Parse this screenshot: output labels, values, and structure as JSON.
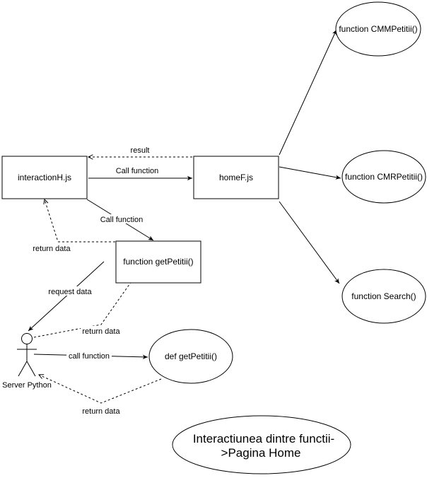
{
  "nodes": {
    "interaction_h": "interactionH.js",
    "home_f": "homeF.js",
    "get_petitii_fn": "function getPetitii()",
    "cmm_petitii": "function CMMPetitii()",
    "cmr_petitii": "function CMRPetitii()",
    "search_fn": "function Search()",
    "def_get_petitii": "def getPetitii()",
    "server_python": "Server Python"
  },
  "edges": {
    "result": "result",
    "call_function_1": "Call function",
    "call_function_2": "Call function",
    "return_data_1": "return data",
    "request_data": "request data",
    "return_data_2": "return data",
    "call_function_3": "call function",
    "return_data_3": "return data"
  },
  "title": {
    "line1": "Interactiunea dintre functii-",
    "line2": ">Pagina Home"
  }
}
